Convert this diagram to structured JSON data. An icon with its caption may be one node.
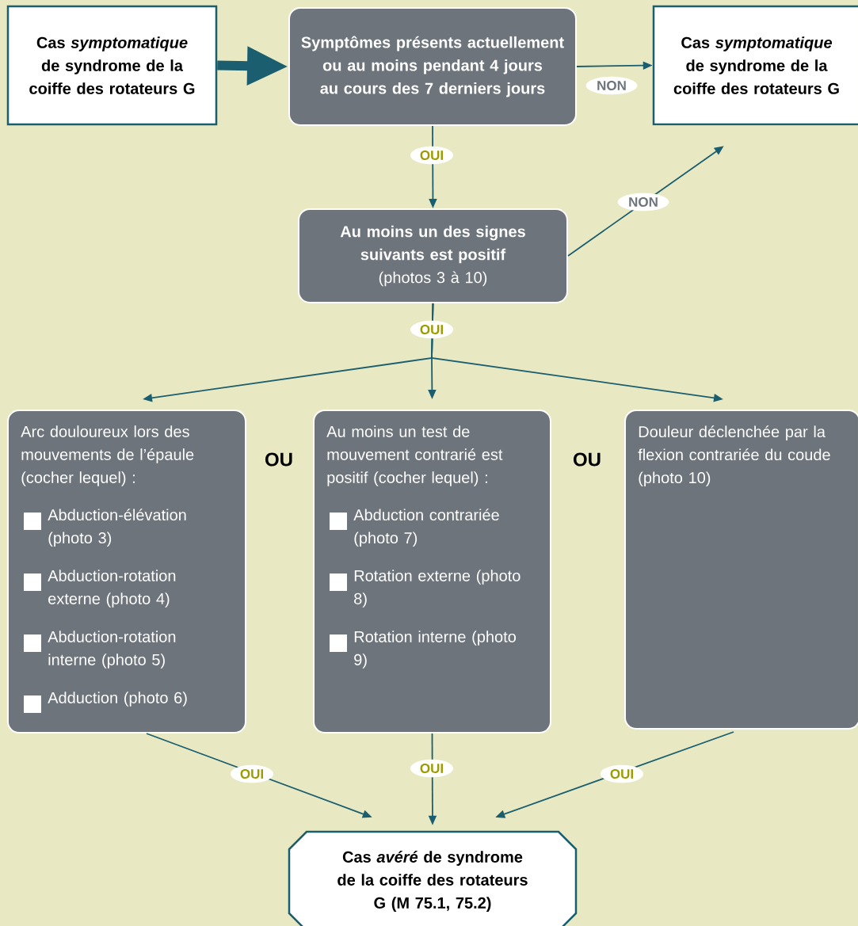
{
  "diagram": {
    "nodes": [
      {
        "text": [
          "Cas *symptomatique* de syndrome de la coiffe des rotateurs G"
        ]
      },
      {
        "text": [
          "Symptômes présents actuellement ou au moins pendant 4 jours au cours des 7 derniers jours"
        ]
      },
      {
        "text": [
          "Cas *symptomatique* de syndrome de la coiffe des rotateurs G"
        ]
      },
      {
        "text": [
          "Au moins un des signes suivants est positif",
          "(photos 3 à 10)"
        ]
      },
      {
        "text": [
          "Arc douloureux lors des mouvements de l’épaule (cocher lequel) :",
          "Abduction-élévation (photo 3)",
          "Abduction-rotation externe (photo 4)",
          "Abduction-rotation interne (photo 5)",
          "Adduction (photo 6)"
        ]
      },
      {
        "text": [
          "Au moins un test de mouvement contrarié est positif (cocher lequel) :",
          "Abduction contrariée (photo 7)",
          "Rotation externe (photo 8)",
          "Rotation interne (photo 9)"
        ]
      },
      {
        "text": [
          "Douleur déclenchée par la flexion contrariée du coude (photo 10)"
        ]
      },
      {
        "text": [
          "Cas *avéré* de syndrome de la coiffe des rotateurs G (M 75.1, 75.2)"
        ]
      }
    ],
    "edges": [
      {
        "from": 0,
        "to": 1,
        "arrow": "to",
        "style": "thick"
      },
      {
        "from": 1,
        "to": 2,
        "arrow": "to",
        "label": "NON"
      },
      {
        "from": 1,
        "to": 3,
        "arrow": "to",
        "label": "OUI"
      },
      {
        "from": 3,
        "to": 2,
        "arrow": "to",
        "label": "NON"
      },
      {
        "from": 3,
        "to": 4,
        "arrow": "to"
      },
      {
        "from": 3,
        "to": 5,
        "arrow": "to",
        "label": "OUI"
      },
      {
        "from": 3,
        "to": 6,
        "arrow": "to"
      },
      {
        "from": 4,
        "to": 7,
        "arrow": "to",
        "label": "OUI"
      },
      {
        "from": 5,
        "to": 7,
        "arrow": "to",
        "label": "OUI"
      },
      {
        "from": 6,
        "to": 7,
        "arrow": "to",
        "label": "OUI"
      }
    ],
    "labels": [
      "OU",
      "OU"
    ]
  }
}
